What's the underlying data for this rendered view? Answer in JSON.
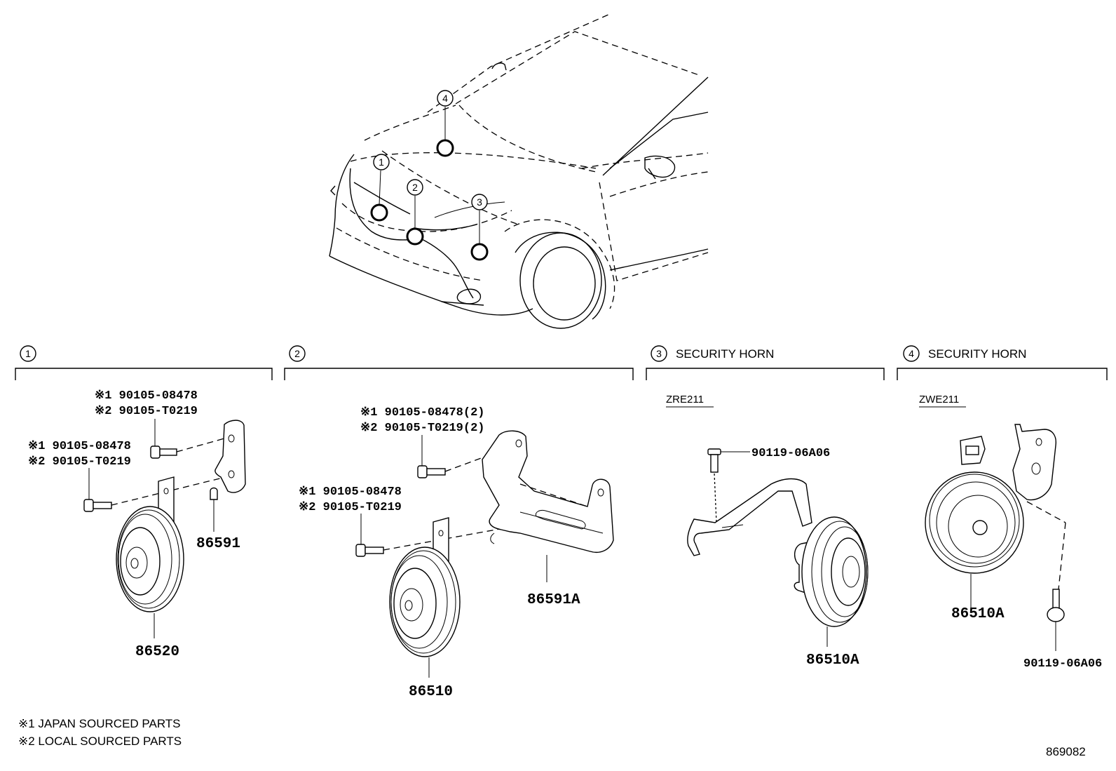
{
  "overview": {
    "callouts": [
      "1",
      "2",
      "3",
      "4"
    ]
  },
  "sections": [
    {
      "num": "1",
      "title": "",
      "bolts": [
        {
          "lines": [
            "※1 90105-08478",
            "※2 90105-T0219"
          ]
        },
        {
          "lines": [
            "※1 90105-08478",
            "※2 90105-T0219"
          ]
        }
      ],
      "parts": [
        "86591",
        "86520"
      ]
    },
    {
      "num": "2",
      "title": "",
      "bolts": [
        {
          "lines": [
            "※1 90105-08478(2)",
            "※2 90105-T0219(2)"
          ]
        },
        {
          "lines": [
            "※1 90105-08478",
            "※2 90105-T0219"
          ]
        }
      ],
      "parts": [
        "86591A",
        "86510"
      ]
    },
    {
      "num": "3",
      "title": "SECURITY HORN",
      "model": "ZRE211",
      "bolt": "90119-06A06",
      "parts": [
        "86510A"
      ]
    },
    {
      "num": "4",
      "title": "SECURITY HORN",
      "model": "ZWE211",
      "bolt": "90119-06A06",
      "parts": [
        "86510A"
      ]
    }
  ],
  "notes": [
    "※1 JAPAN SOURCED PARTS",
    "※2 LOCAL SOURCED PARTS"
  ],
  "diagram_id": "869082"
}
